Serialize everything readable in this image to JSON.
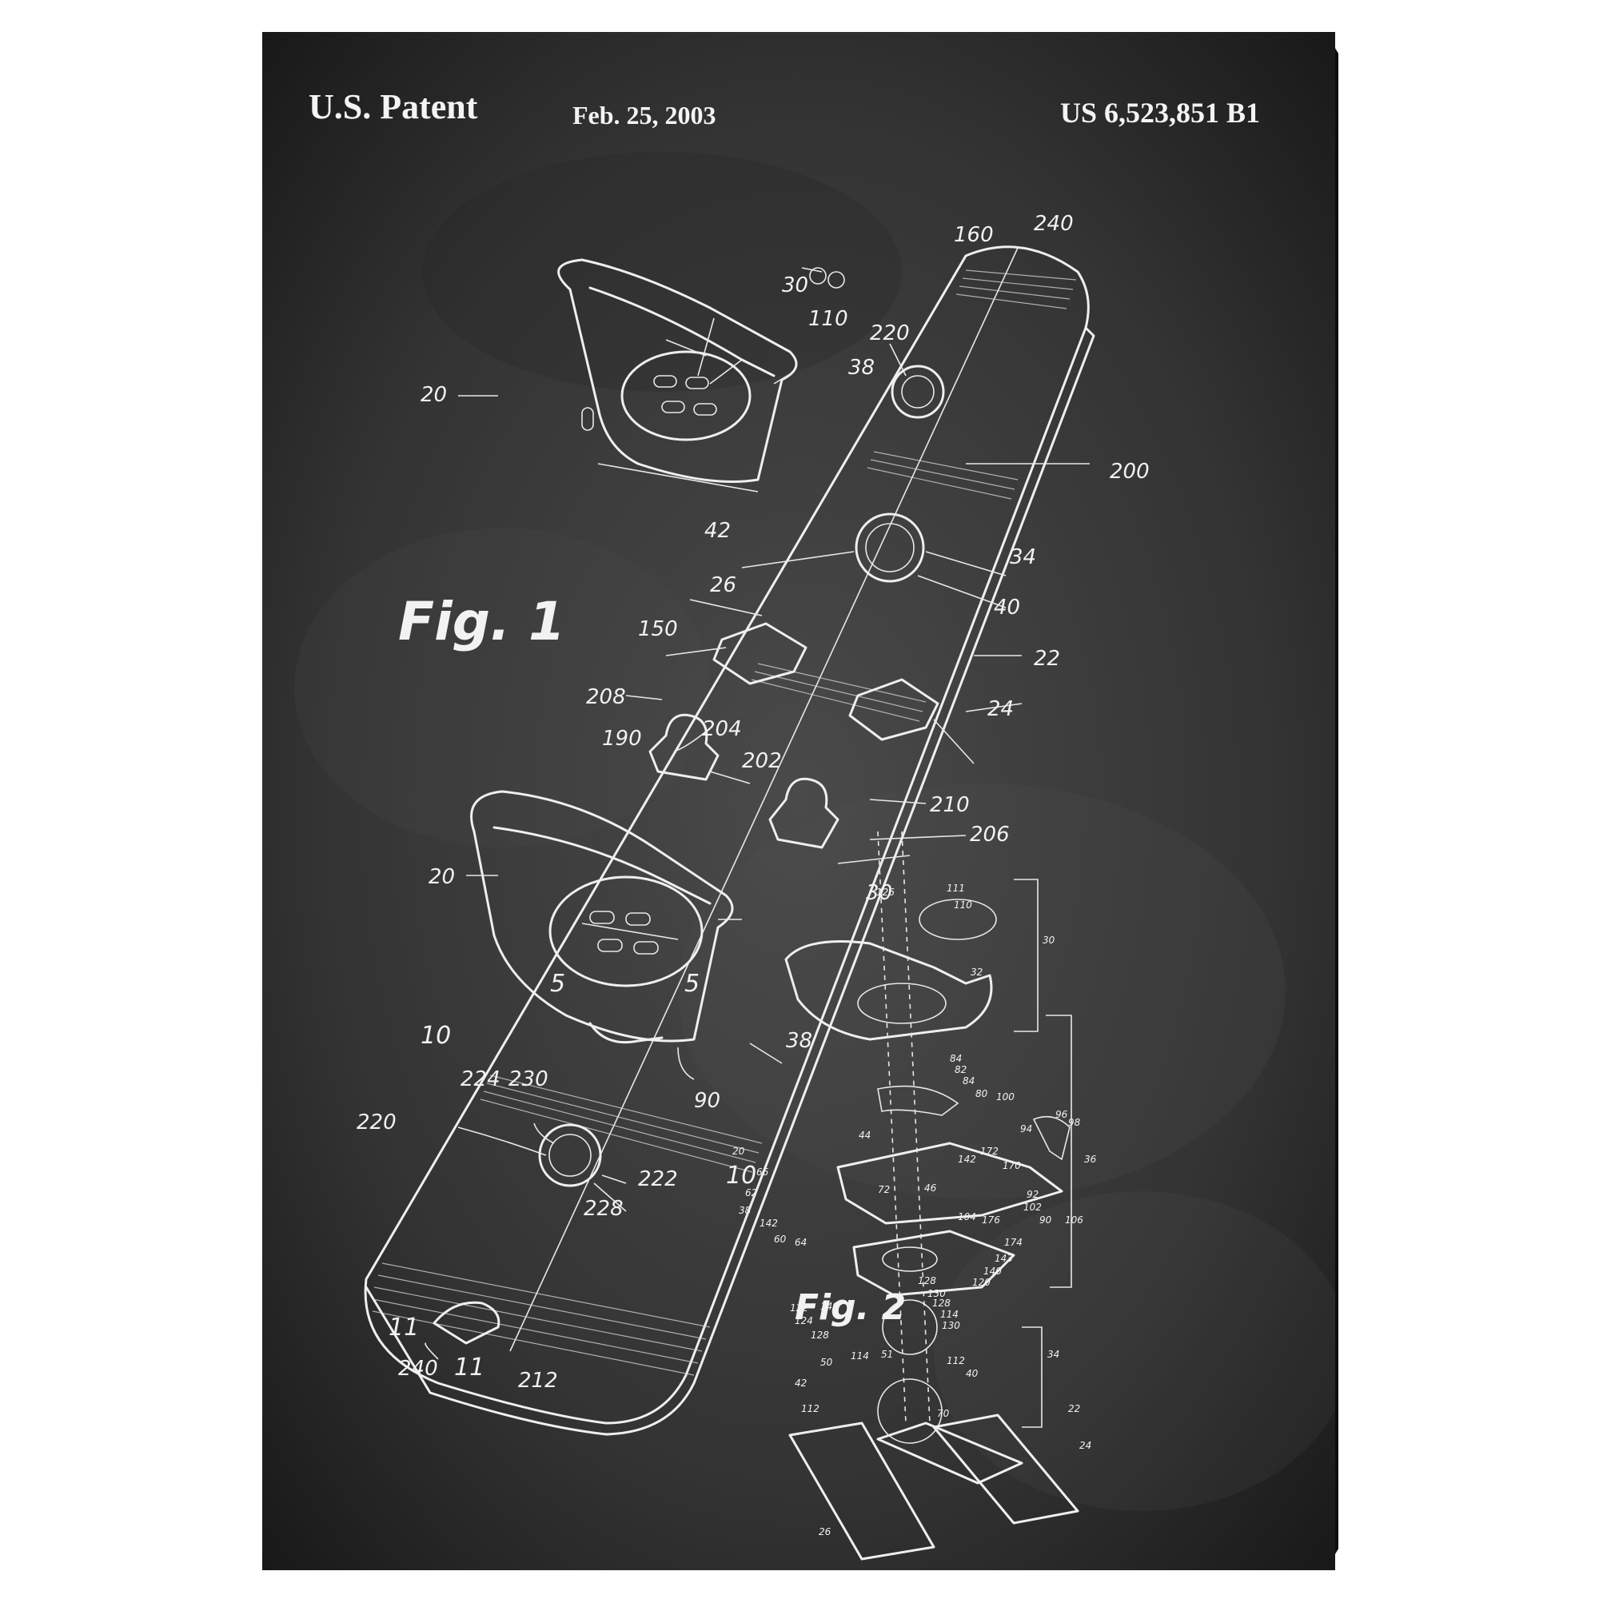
{
  "header": {
    "left": "U.S. Patent",
    "date": "Feb. 25, 2003",
    "number": "US 6,523,851 B1"
  },
  "figures": {
    "fig1": "Fig. 1",
    "fig2": "Fig. 2"
  },
  "fig1_refs": [
    "160",
    "240",
    "30",
    "110",
    "220",
    "38",
    "20",
    "200",
    "42",
    "34",
    "26",
    "40",
    "22",
    "150",
    "24",
    "208",
    "204",
    "202",
    "190",
    "210",
    "206",
    "20",
    "30",
    "5",
    "5",
    "38",
    "10",
    "224",
    "230",
    "90",
    "220",
    "222",
    "228",
    "10",
    "11",
    "240",
    "11",
    "212",
    "150",
    "190"
  ],
  "fig2_refs": [
    "126",
    "111",
    "110",
    "30",
    "32",
    "84",
    "82",
    "84",
    "80",
    "100",
    "96",
    "98",
    "94",
    "20",
    "44",
    "142",
    "172",
    "36",
    "66",
    "170",
    "62",
    "72",
    "46",
    "92",
    "102",
    "90",
    "106",
    "38",
    "142",
    "104",
    "176",
    "60",
    "64",
    "174",
    "143",
    "140",
    "128",
    "120",
    "130",
    "122",
    "140",
    "124",
    "128",
    "114",
    "128",
    "130",
    "50",
    "114",
    "51",
    "112",
    "40",
    "34",
    "42",
    "22",
    "112",
    "70",
    "24",
    "26"
  ]
}
